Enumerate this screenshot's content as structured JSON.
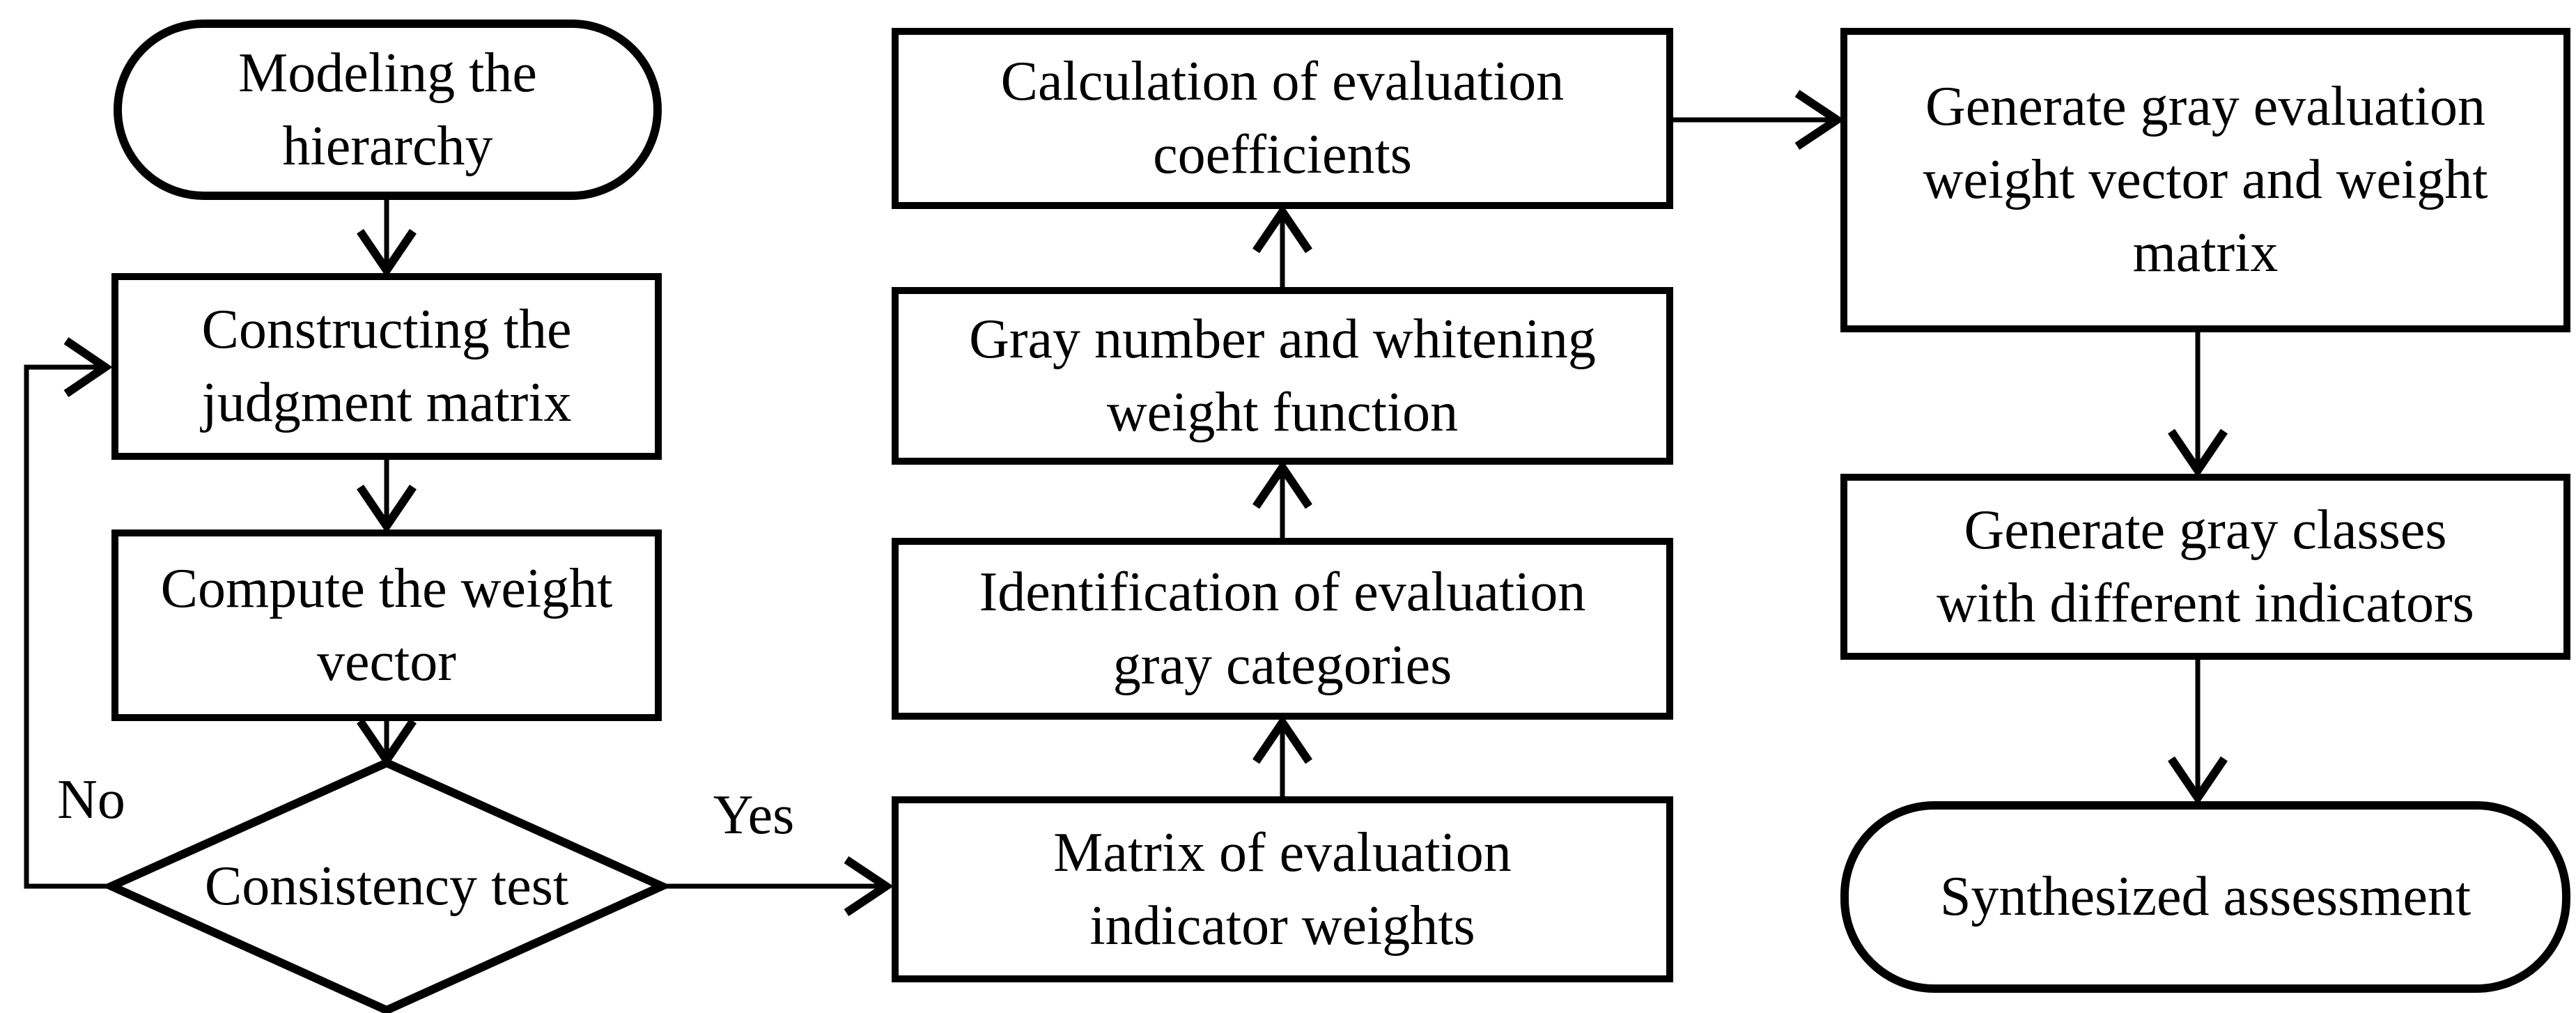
{
  "canvas": {
    "background_color": "#ffffff",
    "line_color": "#000000",
    "text_color": "#000000"
  },
  "flowchart": {
    "nodes": {
      "modeling_hierarchy": {
        "label": "Modeling the\nhierarchy"
      },
      "constructing_judgment_matrix": {
        "label": "Constructing the\njudgment matrix"
      },
      "compute_weight_vector": {
        "label": "Compute the weight\nvector"
      },
      "consistency_test": {
        "label": "Consistency test"
      },
      "matrix_indicator_weights": {
        "label": "Matrix of evaluation\nindicator weights"
      },
      "identification_gray_categories": {
        "label": "Identification of evaluation\ngray categories"
      },
      "gray_number_whitening": {
        "label": "Gray number and whitening\nweight function"
      },
      "calculation_coefficients": {
        "label": "Calculation of evaluation\ncoefficients"
      },
      "generate_weight_vector_matrix": {
        "label": "Generate gray evaluation\nweight vector and weight\nmatrix"
      },
      "generate_gray_classes": {
        "label": "Generate gray classes\nwith different indicators"
      },
      "synthesized_assessment": {
        "label": "Synthesized assessment"
      }
    },
    "edge_labels": {
      "no": "No",
      "yes": "Yes"
    }
  }
}
